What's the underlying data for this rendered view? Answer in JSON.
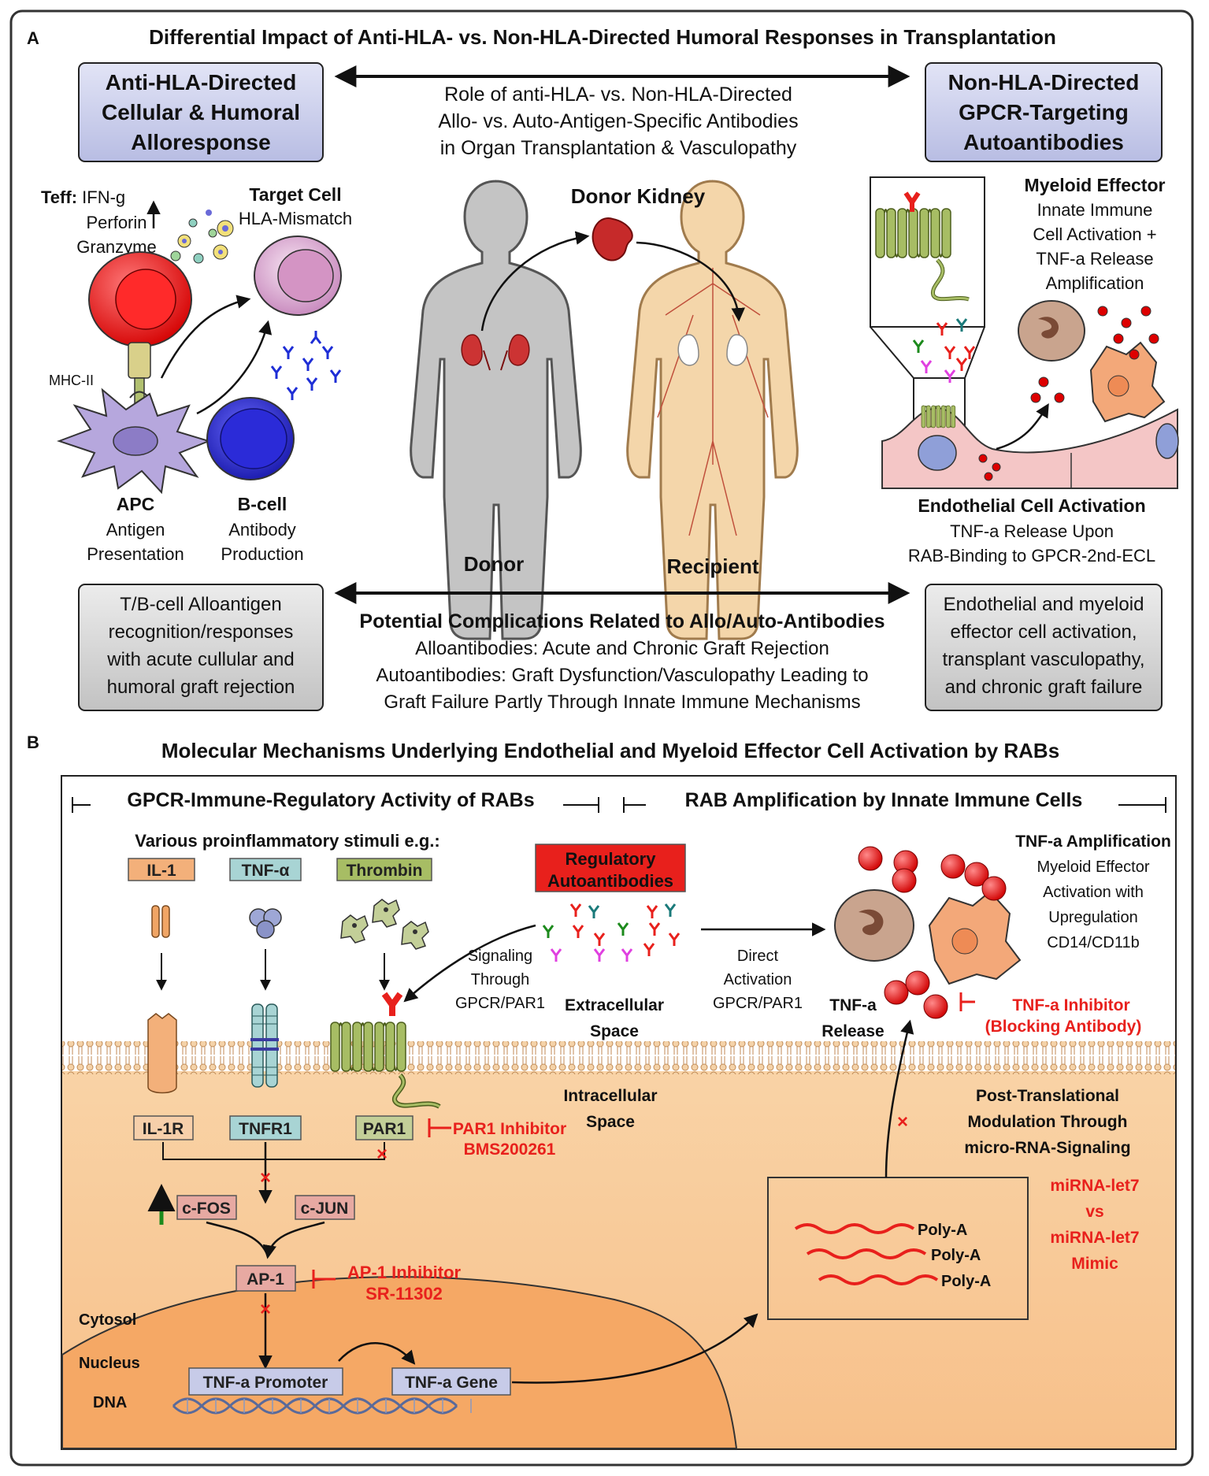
{
  "panel_a": {
    "letter": "A",
    "title": "Differential Impact of Anti-HLA- vs. Non-HLA-Directed Humoral Responses in Transplantation",
    "left_box": [
      "Anti-HLA-Directed",
      "Cellular & Humoral",
      "Alloresponse"
    ],
    "right_box": [
      "Non-HLA-Directed",
      "GPCR-Targeting",
      "Autoantibodies"
    ],
    "center_text": [
      "Role of anti-HLA- vs. Non-HLA-Directed",
      "Allo- vs. Auto-Antigen-Specific Antibodies",
      "in Organ Transplantation & Vasculopathy"
    ],
    "teff": {
      "bold": "Teff:",
      "line1": "IFN-g",
      "line2": "Perforin",
      "line3": "Granzyme"
    },
    "target_cell": {
      "title": "Target Cell",
      "subtitle": "HLA-Mismatch"
    },
    "mhc": "MHC-II",
    "apc": {
      "title": "APC",
      "line1": "Antigen",
      "line2": "Presentation"
    },
    "bcell": {
      "title": "B-cell",
      "line1": "Antibody",
      "line2": "Production"
    },
    "donor_kidney": "Donor Kidney",
    "donor": "Donor",
    "recipient": "Recipient",
    "myeloid": {
      "title": "Myeloid Effector",
      "lines": [
        "Innate Immune",
        "Cell Activation +",
        "TNF-a Release",
        "Amplification"
      ]
    },
    "endothelial": {
      "title": "Endothelial Cell Activation",
      "line1": "TNF-a Release Upon",
      "line2": "RAB-Binding to GPCR-2nd-ECL"
    },
    "bottom_left_box": [
      "T/B-cell Alloantigen",
      "recognition/responses",
      "with acute cullular and",
      "humoral graft rejection"
    ],
    "bottom_right_box": [
      "Endothelial and myeloid",
      "effector cell activation,",
      "transplant vasculopathy,",
      "and chronic graft failure"
    ],
    "complications": {
      "title": "Potential Complications Related to Allo/Auto-Antibodies",
      "lines": [
        "Alloantibodies: Acute and Chronic Graft Rejection",
        "Autoantibodies: Graft Dysfunction/Vasculopathy Leading to",
        "Graft Failure Partly Through Innate Immune Mechanisms"
      ]
    }
  },
  "panel_b": {
    "letter": "B",
    "title": "Molecular Mechanisms Underlying Endothelial and Myeloid Effector Cell Activation by RABs",
    "left_header": "GPCR-Immune-Regulatory Activity of RABs",
    "right_header": "RAB Amplification by Innate Immune Cells",
    "stimuli_label": "Various proinflammatory stimuli e.g.:",
    "stimuli": [
      "IL-1",
      "TNF-α",
      "Thrombin"
    ],
    "receptors": [
      "IL-1R",
      "TNFR1",
      "PAR1"
    ],
    "regulatory_autoantibodies": [
      "Regulatory",
      "Autoantibodies"
    ],
    "signaling": [
      "Signaling",
      "Through",
      "GPCR/PAR1"
    ],
    "extracellular": [
      "Extracellular",
      "Space"
    ],
    "direct_activation": [
      "Direct",
      "Activation",
      "GPCR/PAR1"
    ],
    "tnf_release": [
      "TNF-a",
      "Release"
    ],
    "tnf_amplification": {
      "title": "TNF-a Amplification",
      "lines": [
        "Myeloid Effector",
        "Activation with",
        "Upregulation",
        "CD14/CD11b"
      ]
    },
    "tnf_inhibitor": [
      "TNF-a Inhibitor",
      "(Blocking Antibody)"
    ],
    "intracellular": [
      "Intracellular",
      "Space"
    ],
    "par1_inhibitor": [
      "PAR1 Inhibitor",
      "BMS200261"
    ],
    "post_translational": [
      "Post-Translational",
      "Modulation Through",
      "micro-RNA-Signaling"
    ],
    "cfos": "c-FOS",
    "cjun": "c-JUN",
    "ap1": "AP-1",
    "ap1_inhibitor": [
      "AP-1 Inhibitor",
      "SR-11302"
    ],
    "mirna": [
      "miRNA-let7",
      "vs",
      "miRNA-let7",
      "Mimic"
    ],
    "poly_a": [
      "Poly-A",
      "Poly-A",
      "Poly-A"
    ],
    "cytosol": "Cytosol",
    "nucleus": "Nucleus",
    "dna": "DNA",
    "tnf_promoter": "TNF-a Promoter",
    "tnf_gene": "TNF-a Gene"
  },
  "colors": {
    "inhibitor_red": "#e8201c",
    "box_blue": "#c7cbe8",
    "box_gray": "#d3d3d3",
    "cytoplasm": "#f7c89a",
    "nucleus": "#f6ad6f"
  }
}
